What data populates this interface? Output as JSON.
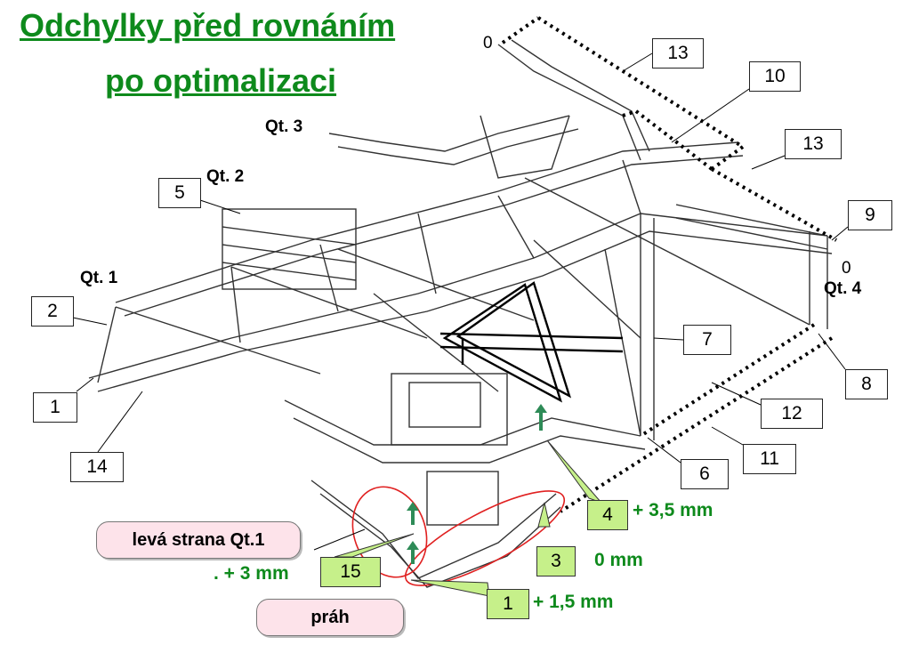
{
  "title": {
    "line1": "Odchylky před rovnáním",
    "line2": "po optimalizaci"
  },
  "quarters": {
    "qt1": "Qt. 1",
    "qt2": "Qt. 2",
    "qt3": "Qt. 3",
    "qt4": "Qt. 4"
  },
  "zero_marks": {
    "top": "0",
    "right": "0"
  },
  "callouts": {
    "c13a": "13",
    "c10": "10",
    "c13b": "13",
    "c9": "9",
    "c5": "5",
    "c2": "2",
    "c1": "1",
    "c14": "14",
    "c7": "7",
    "c8": "8",
    "c12": "12",
    "c11": "11",
    "c6": "6",
    "c4": "4",
    "c3": "3",
    "c15": "15",
    "c1b": "1"
  },
  "measurements": {
    "m4": "+ 3,5 mm",
    "m3": "0 mm",
    "m15": ". + 3 mm",
    "m1": "+ 1,5 mm"
  },
  "notes": {
    "left_side": "levá strana Qt.1",
    "sill": "práh"
  },
  "colors": {
    "accent_green": "#0e8a1c",
    "callout_green": "#c6f08a",
    "pill_pink": "#fde3ea",
    "ellipse_red": "#e02020",
    "arrow_green": "#2e8b57"
  }
}
